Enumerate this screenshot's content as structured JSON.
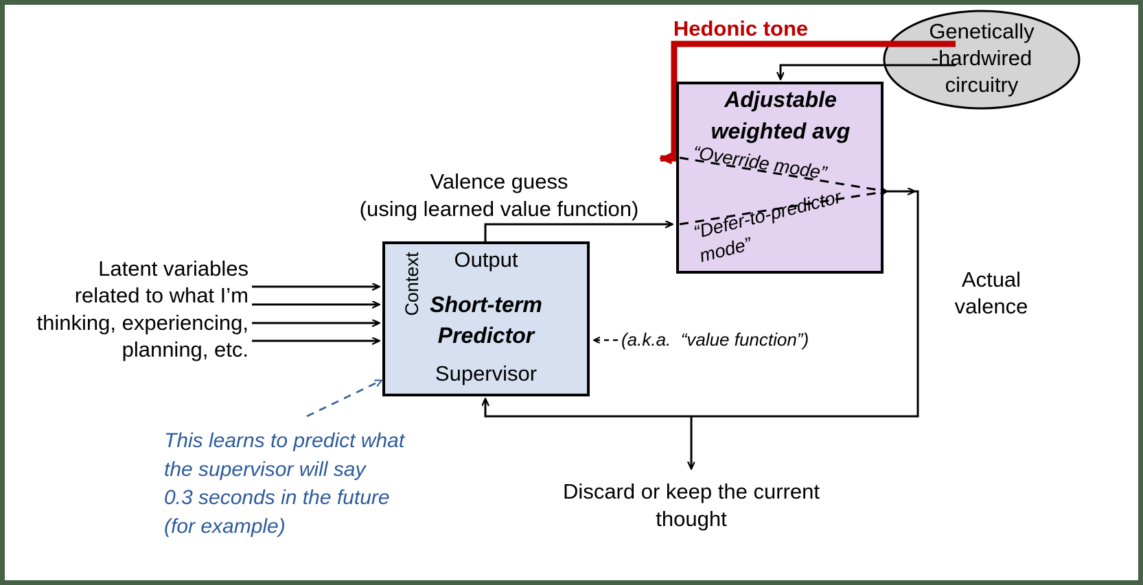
{
  "diagram": {
    "title": "Short-term predictor / valence circuit diagram",
    "frame_border_color": "#466145",
    "background": "#ffffff"
  },
  "colors": {
    "hedonic_red": "#C00000",
    "purple_box_fill": "#E3D3F0",
    "blue_box_fill": "#D6E0F0",
    "ellipse_fill": "#D4D4D4",
    "note_blue": "#2E5B9A",
    "stroke_black": "#000000"
  },
  "nodes": {
    "hedonic_tone": {
      "label": "Hedonic tone",
      "color": "#C00000"
    },
    "genetic_circuitry": {
      "shape": "ellipse",
      "label": "Genetically\n-hardwired\ncircuitry",
      "fill": "#D4D4D4"
    },
    "adjustable_weighted_avg": {
      "shape": "rect",
      "title": "Adjustable\nweighted avg",
      "fill": "#E3D3F0",
      "mode_labels": [
        "“Override mode”",
        "“Defer-to-predictor\nmode”"
      ]
    },
    "short_term_predictor": {
      "shape": "rect",
      "fill": "#D6E0F0",
      "top_label": "Output",
      "title": "Short-term\nPredictor",
      "bottom_label": "Supervisor",
      "side_label": "Context"
    }
  },
  "labels": {
    "valence_guess": "Valence guess\n(using learned value function)",
    "latent_variables": "Latent variables\nrelated to what I’m\nthinking, experiencing,\nplanning, etc.",
    "value_function_note": "(a.k.a.  “value function”)",
    "actual_valence": "Actual\nvalence",
    "discard_or_keep": "Discard or keep the current\nthought",
    "learns_note": "This learns to predict what\nthe supervisor will say\n0.3 seconds in the future\n(for example)"
  },
  "edges": [
    {
      "name": "hedonic-tone-feedback",
      "from": "genetically-hardwired-circuitry",
      "to": "adjustable-weighted-avg-left",
      "style": "solid-thick",
      "color": "#C00000",
      "label": "Hedonic tone"
    },
    {
      "name": "genetic-to-awa-top",
      "from": "genetically-hardwired-circuitry",
      "to": "adjustable-weighted-avg-top",
      "style": "solid",
      "color": "#000000"
    },
    {
      "name": "valence-guess-edge",
      "from": "short-term-predictor-output",
      "to": "adjustable-weighted-avg-left-lower",
      "style": "solid",
      "color": "#000000"
    },
    {
      "name": "override-mode-dashed",
      "from": "awa-left-upper",
      "to": "awa-right",
      "style": "dashed",
      "color": "#000000"
    },
    {
      "name": "defer-mode-dashed",
      "from": "awa-left-lower",
      "to": "awa-right",
      "style": "dashed",
      "color": "#000000"
    },
    {
      "name": "actual-valence-edge",
      "from": "adjustable-weighted-avg-right",
      "to": "supervisor-input",
      "style": "solid",
      "color": "#000000",
      "label": "Actual valence"
    },
    {
      "name": "discard-or-keep-edge",
      "from": "feedback-line",
      "to": "discard-or-keep-thought",
      "style": "solid",
      "color": "#000000"
    },
    {
      "name": "value-function-pointer",
      "from": "value-function-note",
      "to": "short-term-predictor",
      "style": "dashed-short",
      "color": "#000000"
    },
    {
      "name": "learns-note-pointer",
      "from": "learns-note",
      "to": "short-term-predictor",
      "style": "dashed",
      "color": "#2E5B9A"
    },
    {
      "name": "context-input-1",
      "from": "latent-variables",
      "to": "context",
      "style": "solid",
      "color": "#000000"
    },
    {
      "name": "context-input-2",
      "from": "latent-variables",
      "to": "context",
      "style": "solid",
      "color": "#000000"
    },
    {
      "name": "context-input-3",
      "from": "latent-variables",
      "to": "context",
      "style": "solid",
      "color": "#000000"
    },
    {
      "name": "context-input-4",
      "from": "latent-variables",
      "to": "context",
      "style": "solid",
      "color": "#000000"
    }
  ]
}
